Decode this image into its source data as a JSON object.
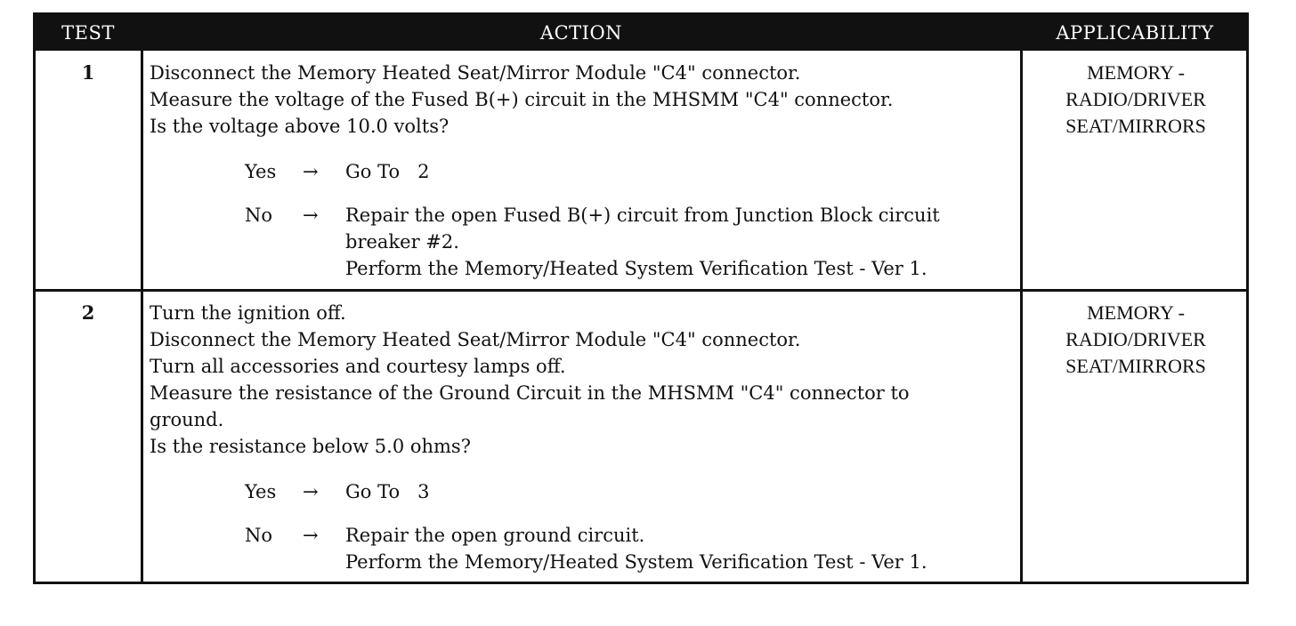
{
  "table": {
    "headers": {
      "test": "TEST",
      "action": "ACTION",
      "applicability": "APPLICABILITY"
    },
    "rows": [
      {
        "test": "1",
        "action_lines": [
          "Disconnect the Memory Heated Seat/Mirror Module \"C4\" connector.",
          "Measure the voltage of the Fused B(+) circuit in the MHSMM \"C4\" connector.",
          "Is the voltage above 10.0 volts?"
        ],
        "yes": {
          "key": "Yes",
          "arrow": "→",
          "lines": [
            "Go To   2"
          ]
        },
        "no": {
          "key": "No",
          "arrow": "→",
          "lines": [
            "Repair the open Fused B(+) circuit from Junction Block circuit",
            "breaker #2.",
            "Perform the Memory/Heated System Verification Test - Ver 1."
          ]
        },
        "applicability": [
          "MEMORY -",
          "RADIO/DRIVER",
          "SEAT/MIRRORS"
        ]
      },
      {
        "test": "2",
        "action_lines": [
          "Turn the ignition off.",
          "Disconnect the Memory Heated Seat/Mirror Module \"C4\" connector.",
          "Turn all accessories and courtesy lamps off.",
          "Measure the resistance of the Ground Circuit in the MHSMM \"C4\" connector to",
          "ground.",
          "Is the resistance below 5.0 ohms?"
        ],
        "yes": {
          "key": "Yes",
          "arrow": "→",
          "lines": [
            "Go To   3"
          ]
        },
        "no": {
          "key": "No",
          "arrow": "→",
          "lines": [
            "Repair the open ground circuit.",
            "Perform the Memory/Heated System Verification Test - Ver 1."
          ]
        },
        "applicability": [
          "MEMORY -",
          "RADIO/DRIVER",
          "SEAT/MIRRORS"
        ]
      }
    ]
  }
}
